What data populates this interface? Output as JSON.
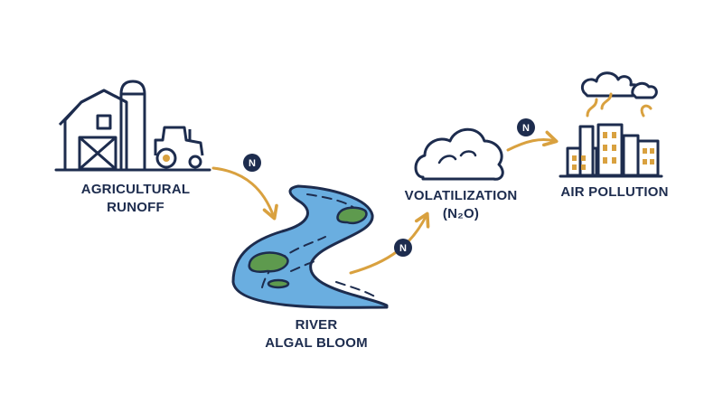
{
  "nodes": {
    "farm": {
      "line1": "AGRICULTURAL",
      "line2": "RUNOFF"
    },
    "river": {
      "line1": "RIVER",
      "line2": "ALGAL BLOOM"
    },
    "volatilization": {
      "line1": "VOLATILIZATION",
      "line2": "(N₂O)"
    },
    "air": {
      "line1": "AIR POLLUTION"
    }
  },
  "badge_label": "N",
  "icons": [
    "barn-icon",
    "silo-icon",
    "tractor-icon",
    "river-icon",
    "algae-icon",
    "cloud-icon",
    "factory-icon",
    "smoke-icon"
  ],
  "colors": {
    "outline": "#1d2c4e",
    "accent": "#d9a13f",
    "water": "#6aaee0",
    "algae": "#5e9a4e",
    "arrow": "#d9a13f",
    "badge": "#1d2c4e"
  }
}
